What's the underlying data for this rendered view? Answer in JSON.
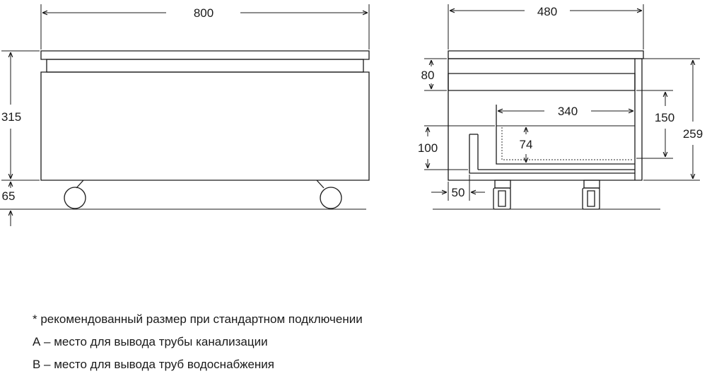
{
  "dimensions": {
    "front_width": "800",
    "front_height": "315",
    "leg_height": "65",
    "side_depth": "480",
    "top_panel": "80",
    "shelf_depth": "340",
    "shelf_height": "150",
    "total_height": "259",
    "pipe_zone": "100",
    "inner_height": "74",
    "offset": "50"
  },
  "notes": {
    "recommended": "* рекомендованный размер при стандартном подключении",
    "a_outlet": "А – место для вывода трубы канализации",
    "b_outlet": "B – место для вывода труб водоснабжения"
  },
  "colors": {
    "line": "#1a1a1a",
    "dim_line": "#444444",
    "hidden": "#555555"
  }
}
